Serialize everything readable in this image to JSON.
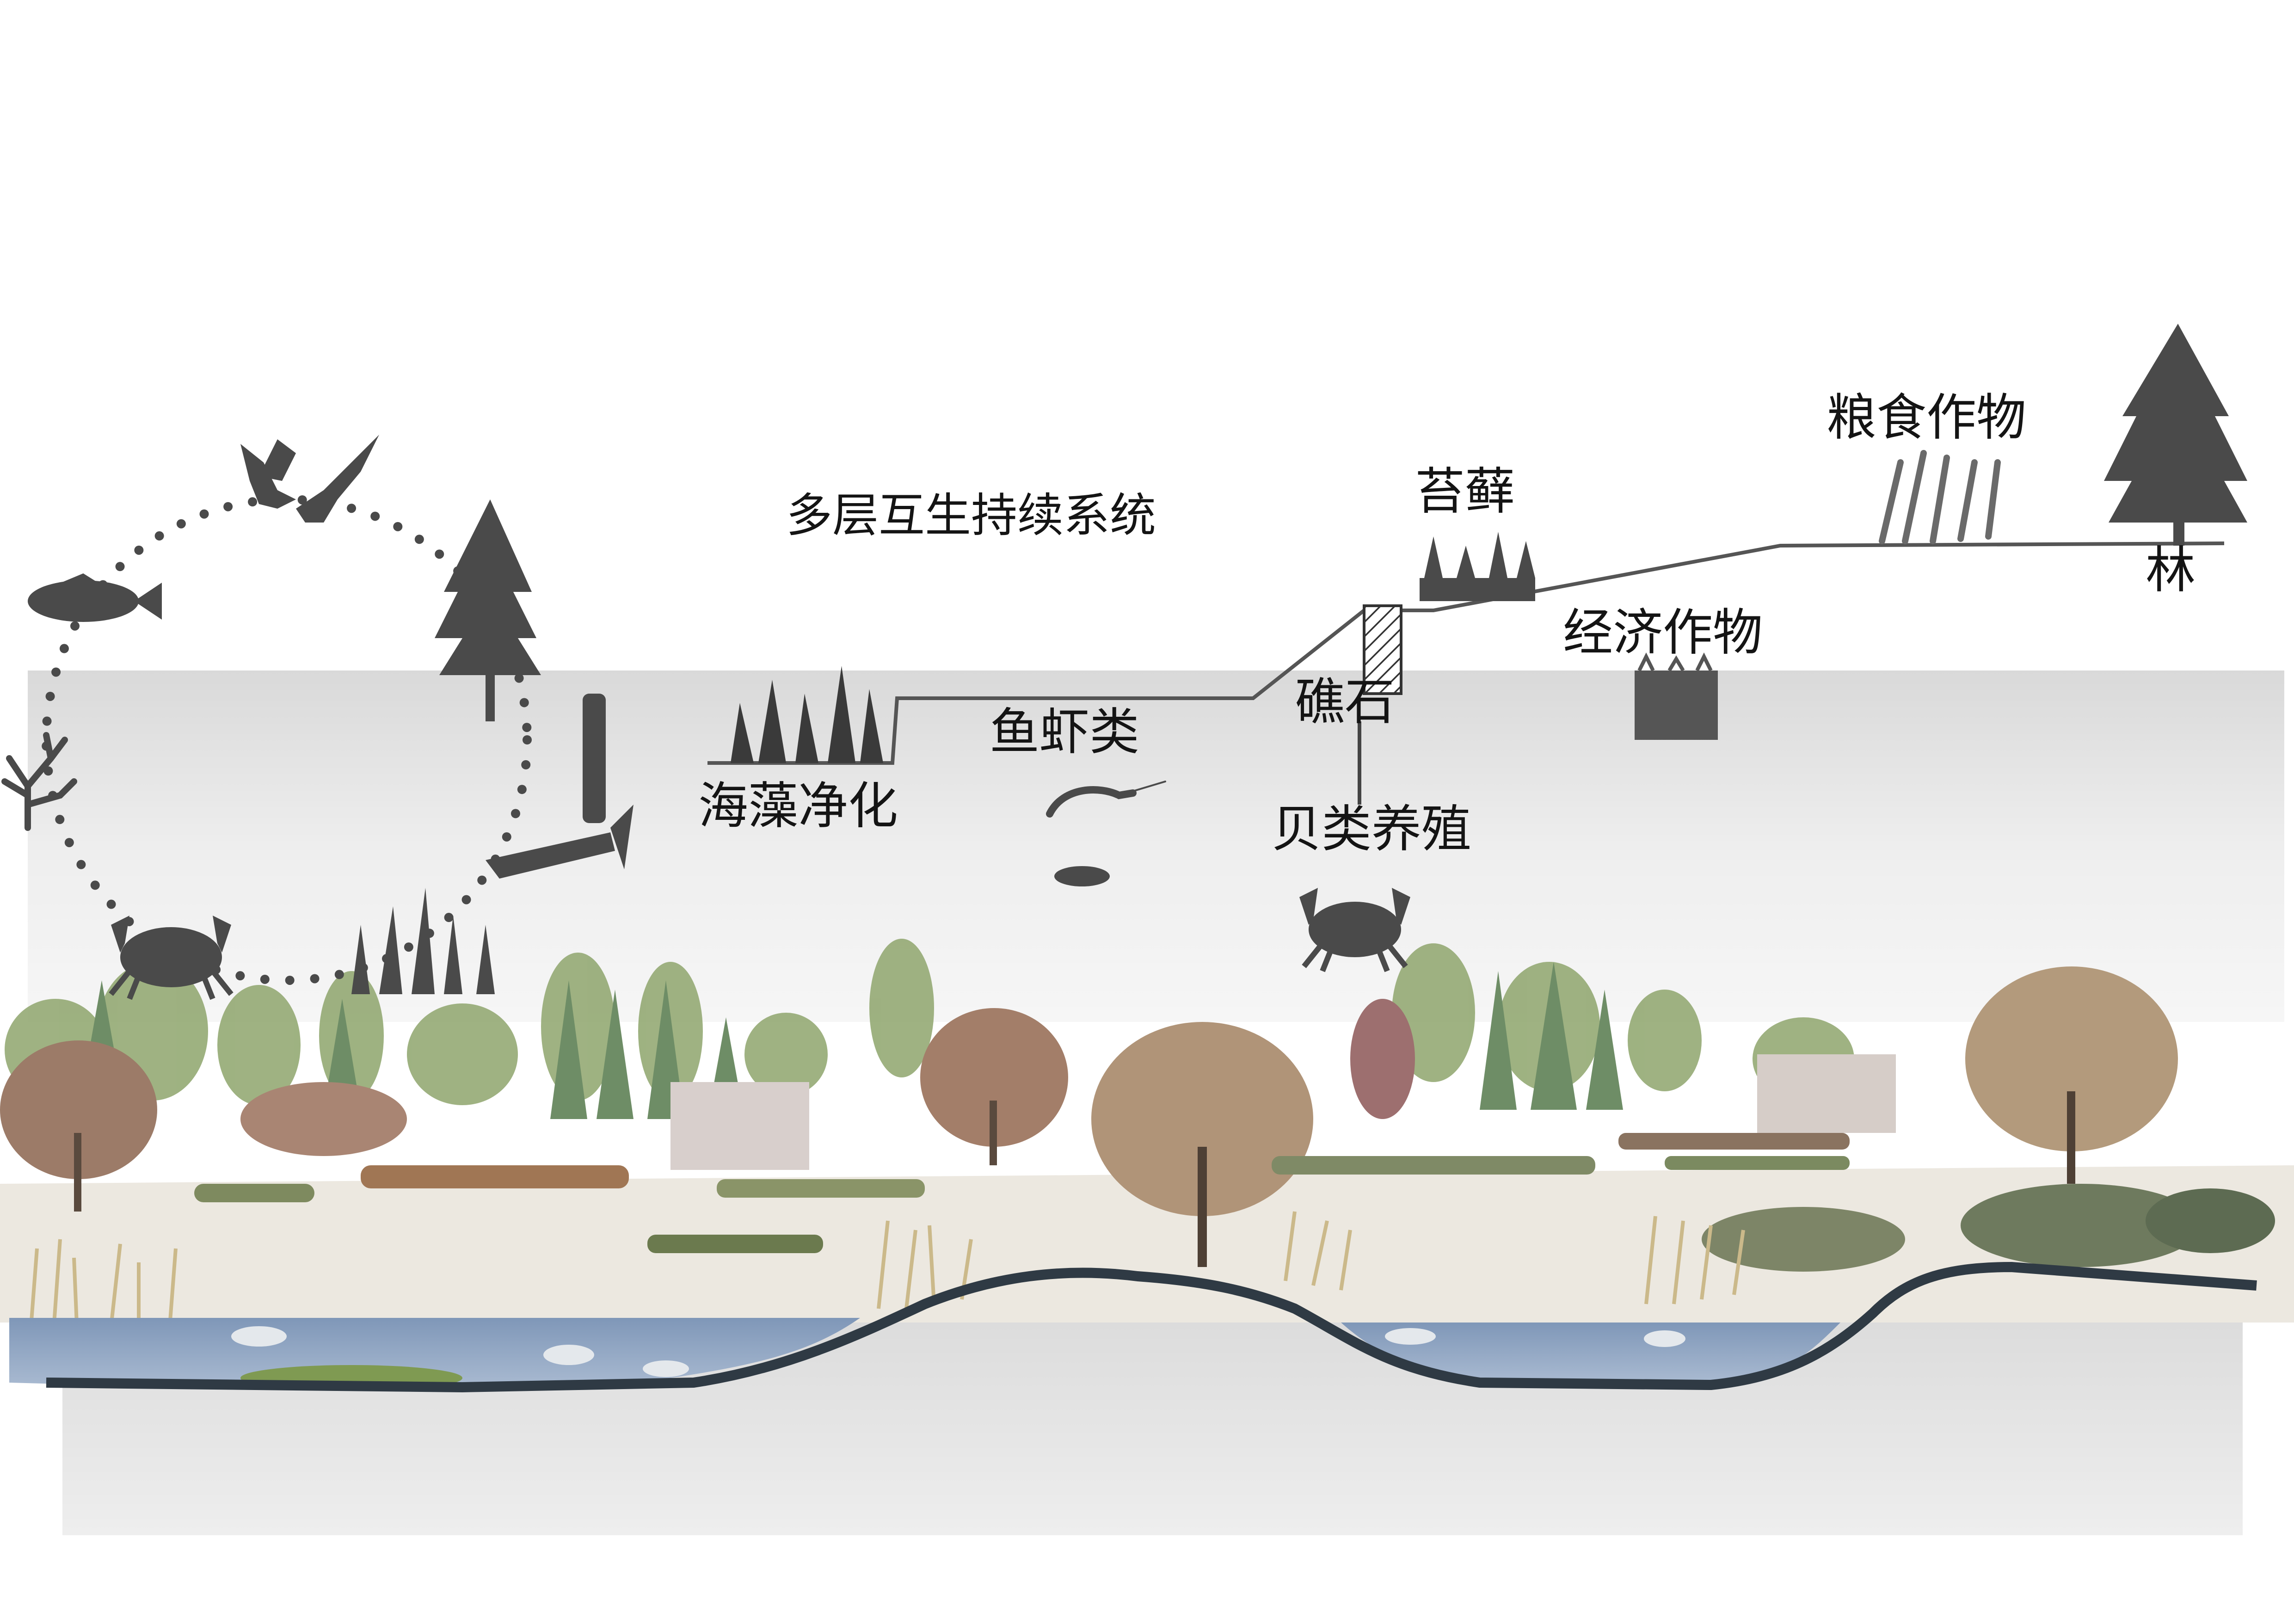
{
  "title": "多层互生持续系统",
  "labels": {
    "seaweed": "海藻净化",
    "fish_shrimp": "鱼虾类",
    "reef": "礁石",
    "shellfish": "贝类养殖",
    "moss": "苔藓",
    "cash_crops": "经济作物",
    "grain_crops": "粮食作物",
    "forest": "林"
  },
  "colors": {
    "silhouette": "#4a4a4a",
    "water": "#8fa5c2",
    "water_edge": "#2f3a44",
    "band": "#e2e2e2",
    "ground": "#ece8e0",
    "label": "#141414"
  },
  "icons": [
    "bird-icon",
    "fish-icon",
    "tree-icon",
    "coral-icon",
    "crab-icon",
    "reed-icon",
    "shrimp-icon",
    "driftwood-icon",
    "rock-icon"
  ]
}
